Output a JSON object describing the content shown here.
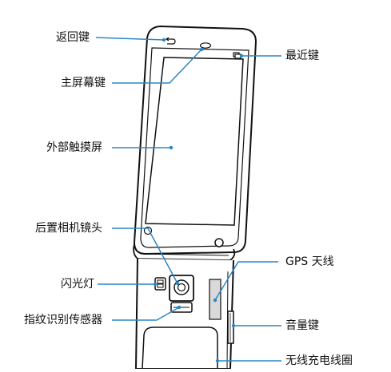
{
  "labels": {
    "back_key": "返回键",
    "recent_key": "最近键",
    "home_key": "主屏幕键",
    "outer_touchscreen": "外部触摸屏",
    "rear_camera": "后置相机镜头",
    "gps_antenna": "GPS 天线",
    "flash": "闪光灯",
    "volume_key": "音量键",
    "fingerprint_sensor": "指纹识别传感器",
    "wireless_charging_coil": "无线充电线圈"
  },
  "colors": {
    "line": "#111111",
    "callout": "#2a87c6",
    "body_fill": "#ffffff",
    "panel_fill": "#d9d9d9"
  }
}
